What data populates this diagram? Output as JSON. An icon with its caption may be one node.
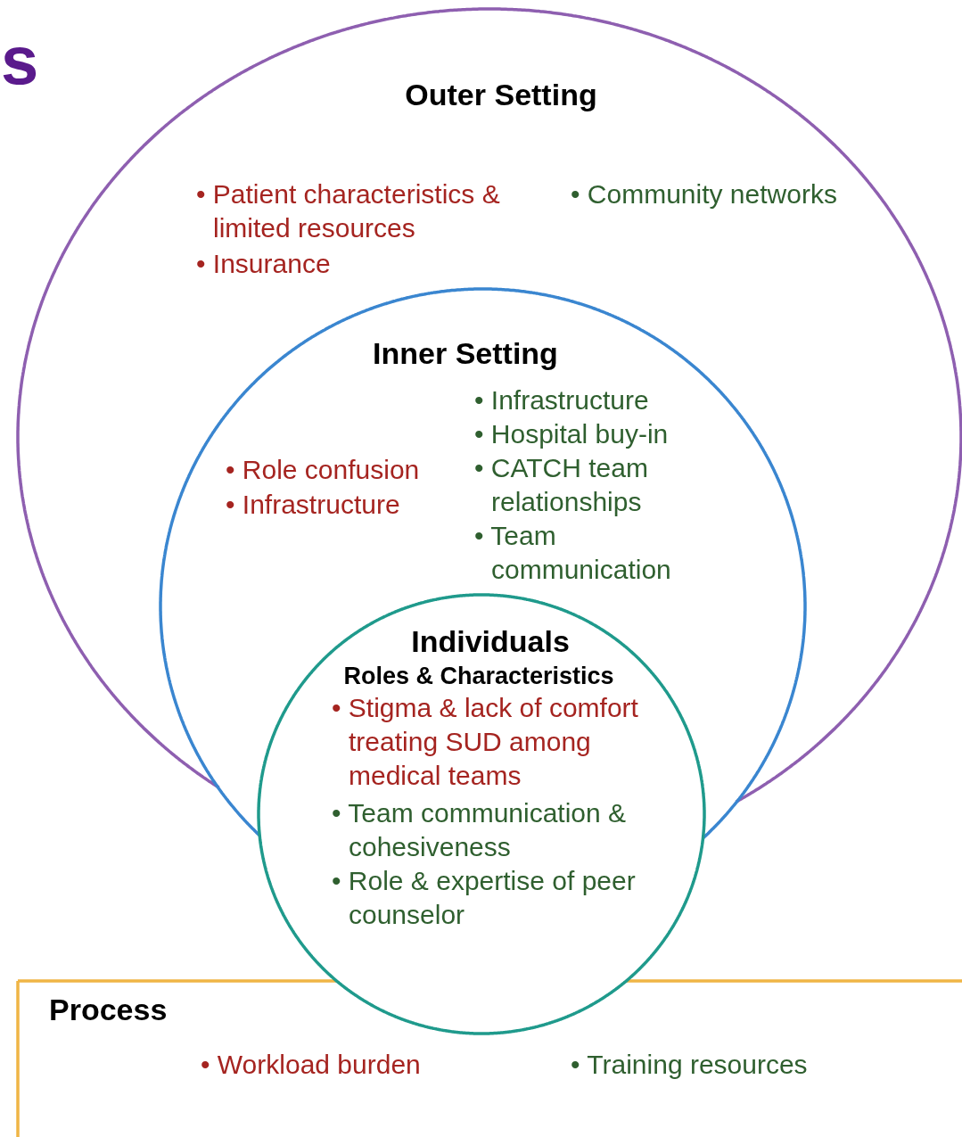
{
  "diagram": {
    "nodes": [
      {
        "text": [
          "Outer Setting",
          "• Patient characteristics & limited resources",
          "• Insurance",
          "• Community networks"
        ]
      },
      {
        "text": [
          "Inner Setting",
          "• Infrastructure",
          "• Hospital buy-in",
          "• CATCH team relationships",
          "• Team communication",
          "• Role confusion",
          "• Infrastructure"
        ],
        "in": 0
      },
      {
        "text": [
          "Individuals",
          "Roles & Characteristics",
          "• Stigma & lack of comfort treating SUD among medical teams",
          "• Team communication & cohesiveness",
          "• Role & expertise of peer counselor"
        ]
      },
      {
        "text": [
          "Process",
          "• Workload burden",
          "• Training resources"
        ]
      }
    ],
    "labels": [
      "s"
    ]
  }
}
